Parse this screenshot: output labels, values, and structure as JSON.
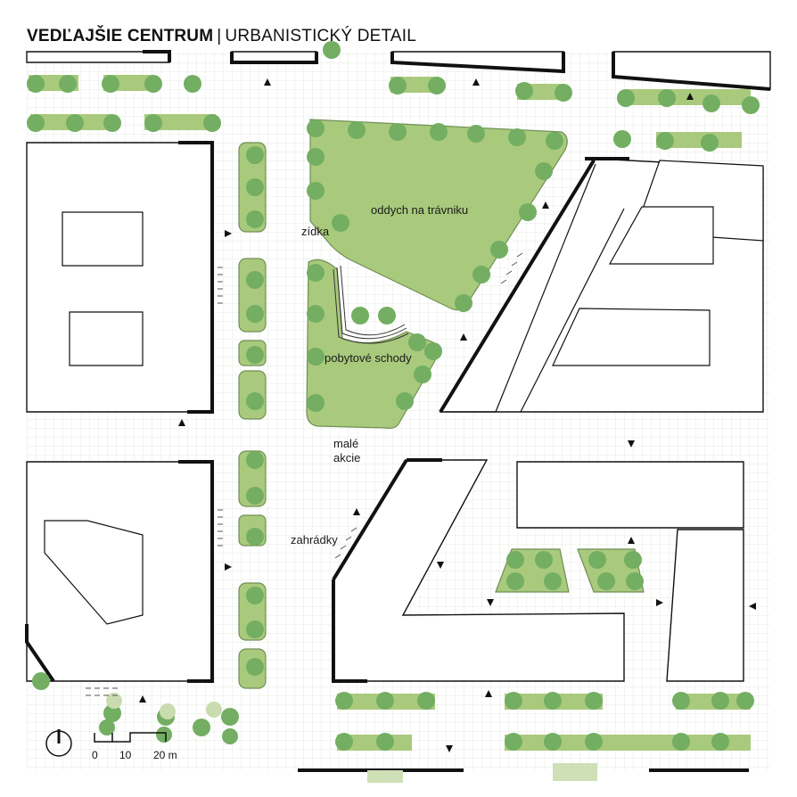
{
  "title": {
    "bold": "VEDĽAJŠIE CENTRUM",
    "separator": "|",
    "rest": "URBANISTICKÝ DETAIL"
  },
  "labels": {
    "lawn": "oddych na trávniku",
    "wall": "zídka",
    "steps": "pobytové schody",
    "events_1": "malé",
    "events_2": "akcie",
    "gardens": "zahrádky"
  },
  "scale": {
    "t0": "0",
    "t1": "10",
    "t2": "20 m"
  },
  "colors": {
    "grass": "#a7c97a",
    "tree": "#72ad61",
    "building_outline": "#111111",
    "grid": "#e9ede4"
  }
}
